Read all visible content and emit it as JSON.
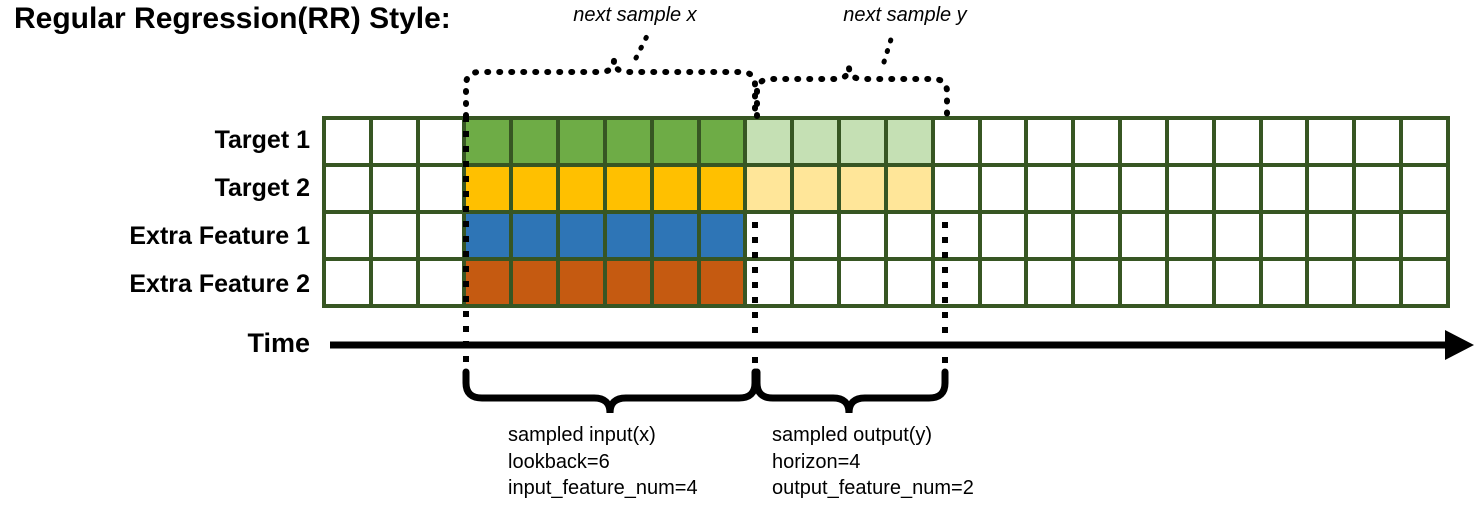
{
  "title": "Regular Regression(RR) Style:",
  "rows": [
    {
      "label": "Target 1",
      "key": "target-1"
    },
    {
      "label": "Target 2",
      "key": "target-2"
    },
    {
      "label": "Extra Feature 1",
      "key": "extra-feature-1"
    },
    {
      "label": "Extra Feature 2",
      "key": "extra-feature-2"
    }
  ],
  "axis": {
    "label": "Time",
    "arrow": "right-arrow"
  },
  "top_annotations": [
    {
      "text": "next sample x",
      "name": "next-sample-x"
    },
    {
      "text": "next sample y",
      "name": "next-sample-y"
    }
  ],
  "bottom_annotations": [
    {
      "name": "sampled-input",
      "lines": [
        "sampled input(x)",
        "lookback=6",
        "input_feature_num=4"
      ]
    },
    {
      "name": "sampled-output",
      "lines": [
        "sampled output(y)",
        "horizon=4",
        "output_feature_num=2"
      ]
    }
  ],
  "colors": {
    "grid_border": "#375623",
    "empty": "#ffffff",
    "target_1_input": "#6EAC46",
    "target_1_output": "#C5E0B4",
    "target_2_input": "#FFC000",
    "target_2_output": "#FFE699",
    "extra_feature_1_input": "#2E75B6",
    "extra_feature_2_input": "#C55A11",
    "annotation": "#000000"
  },
  "grid": {
    "columns": 24,
    "rows": 4,
    "input_start_col": 4,
    "input_end_col": 9,
    "output_start_col": 10,
    "output_end_col": 13,
    "cells": [
      [
        "#ffffff",
        "#ffffff",
        "#ffffff",
        "#6EAC46",
        "#6EAC46",
        "#6EAC46",
        "#6EAC46",
        "#6EAC46",
        "#6EAC46",
        "#C5E0B4",
        "#C5E0B4",
        "#C5E0B4",
        "#C5E0B4",
        "#ffffff",
        "#ffffff",
        "#ffffff",
        "#ffffff",
        "#ffffff",
        "#ffffff",
        "#ffffff",
        "#ffffff",
        "#ffffff",
        "#ffffff",
        "#ffffff"
      ],
      [
        "#ffffff",
        "#ffffff",
        "#ffffff",
        "#FFC000",
        "#FFC000",
        "#FFC000",
        "#FFC000",
        "#FFC000",
        "#FFC000",
        "#FFE699",
        "#FFE699",
        "#FFE699",
        "#FFE699",
        "#ffffff",
        "#ffffff",
        "#ffffff",
        "#ffffff",
        "#ffffff",
        "#ffffff",
        "#ffffff",
        "#ffffff",
        "#ffffff",
        "#ffffff",
        "#ffffff"
      ],
      [
        "#ffffff",
        "#ffffff",
        "#ffffff",
        "#2E75B6",
        "#2E75B6",
        "#2E75B6",
        "#2E75B6",
        "#2E75B6",
        "#2E75B6",
        "#ffffff",
        "#ffffff",
        "#ffffff",
        "#ffffff",
        "#ffffff",
        "#ffffff",
        "#ffffff",
        "#ffffff",
        "#ffffff",
        "#ffffff",
        "#ffffff",
        "#ffffff",
        "#ffffff",
        "#ffffff",
        "#ffffff"
      ],
      [
        "#ffffff",
        "#ffffff",
        "#ffffff",
        "#C55A11",
        "#C55A11",
        "#C55A11",
        "#C55A11",
        "#C55A11",
        "#C55A11",
        "#ffffff",
        "#ffffff",
        "#ffffff",
        "#ffffff",
        "#ffffff",
        "#ffffff",
        "#ffffff",
        "#ffffff",
        "#ffffff",
        "#ffffff",
        "#ffffff",
        "#ffffff",
        "#ffffff",
        "#ffffff",
        "#ffffff"
      ]
    ]
  }
}
